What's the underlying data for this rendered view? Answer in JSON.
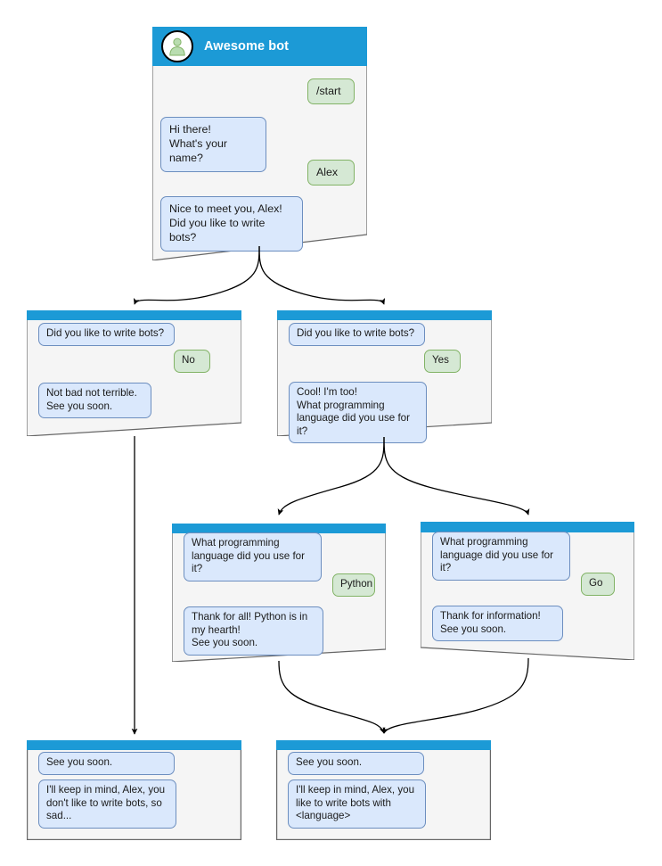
{
  "diagram": {
    "title": "Awesome bot chat flow",
    "colors": {
      "header_blue": "#1c9ad6",
      "card_background": "#f5f5f5",
      "card_border": "#666666",
      "bot_bubble_fill": "#dae8fc",
      "bot_bubble_border": "#6c8ebf",
      "user_bubble_fill": "#d5e8d4",
      "user_bubble_border": "#82b366",
      "edge_color": "#000000",
      "avatar_person": "#b9ddb0",
      "page_background": "#ffffff"
    }
  },
  "nodes": {
    "start": {
      "id": "start",
      "header": {
        "title": "Awesome bot",
        "avatar_icon": "person-avatar-icon"
      },
      "messages": [
        {
          "from": "user",
          "text": "/start"
        },
        {
          "from": "bot",
          "text": "Hi there!\nWhat's your name?"
        },
        {
          "from": "user",
          "text": "Alex"
        },
        {
          "from": "bot",
          "text": "Nice to meet you, Alex!\nDid you like to write bots?"
        }
      ]
    },
    "no_branch": {
      "id": "no_branch",
      "messages": [
        {
          "from": "bot",
          "text": "Did you like to write bots?"
        },
        {
          "from": "user",
          "text": "No"
        },
        {
          "from": "bot",
          "text": "Not bad not terrible.\nSee you soon."
        }
      ]
    },
    "yes_branch": {
      "id": "yes_branch",
      "messages": [
        {
          "from": "bot",
          "text": "Did you like to write bots?"
        },
        {
          "from": "user",
          "text": "Yes"
        },
        {
          "from": "bot",
          "text": "Cool! I'm too!\nWhat programming\nlanguage did you use for it?"
        }
      ]
    },
    "python_branch": {
      "id": "python_branch",
      "messages": [
        {
          "from": "bot",
          "text": "What programming\nlanguage did you use for it?"
        },
        {
          "from": "user",
          "text": "Python"
        },
        {
          "from": "bot",
          "text": "Thank for all! Python is in\nmy hearth!\nSee you soon."
        }
      ]
    },
    "go_branch": {
      "id": "go_branch",
      "messages": [
        {
          "from": "bot",
          "text": "What programming\nlanguage did you use for it?"
        },
        {
          "from": "user",
          "text": "Go"
        },
        {
          "from": "bot",
          "text": "Thank for information!\nSee you soon."
        }
      ]
    },
    "end_sad": {
      "id": "end_sad",
      "messages": [
        {
          "from": "bot",
          "text": "See you soon."
        },
        {
          "from": "bot",
          "text": "I'll keep in mind, Alex, you\ndon't like to write bots, so\nsad..."
        }
      ]
    },
    "end_happy": {
      "id": "end_happy",
      "messages": [
        {
          "from": "bot",
          "text": "See you soon."
        },
        {
          "from": "bot",
          "text": "I'll keep in mind, Alex, you\nlike to write bots with\n<language>"
        }
      ]
    }
  },
  "edges": [
    {
      "from": "start",
      "to": "no_branch"
    },
    {
      "from": "start",
      "to": "yes_branch"
    },
    {
      "from": "no_branch",
      "to": "end_sad"
    },
    {
      "from": "yes_branch",
      "to": "python_branch"
    },
    {
      "from": "yes_branch",
      "to": "go_branch"
    },
    {
      "from": "python_branch",
      "to": "end_happy"
    },
    {
      "from": "go_branch",
      "to": "end_happy"
    }
  ]
}
